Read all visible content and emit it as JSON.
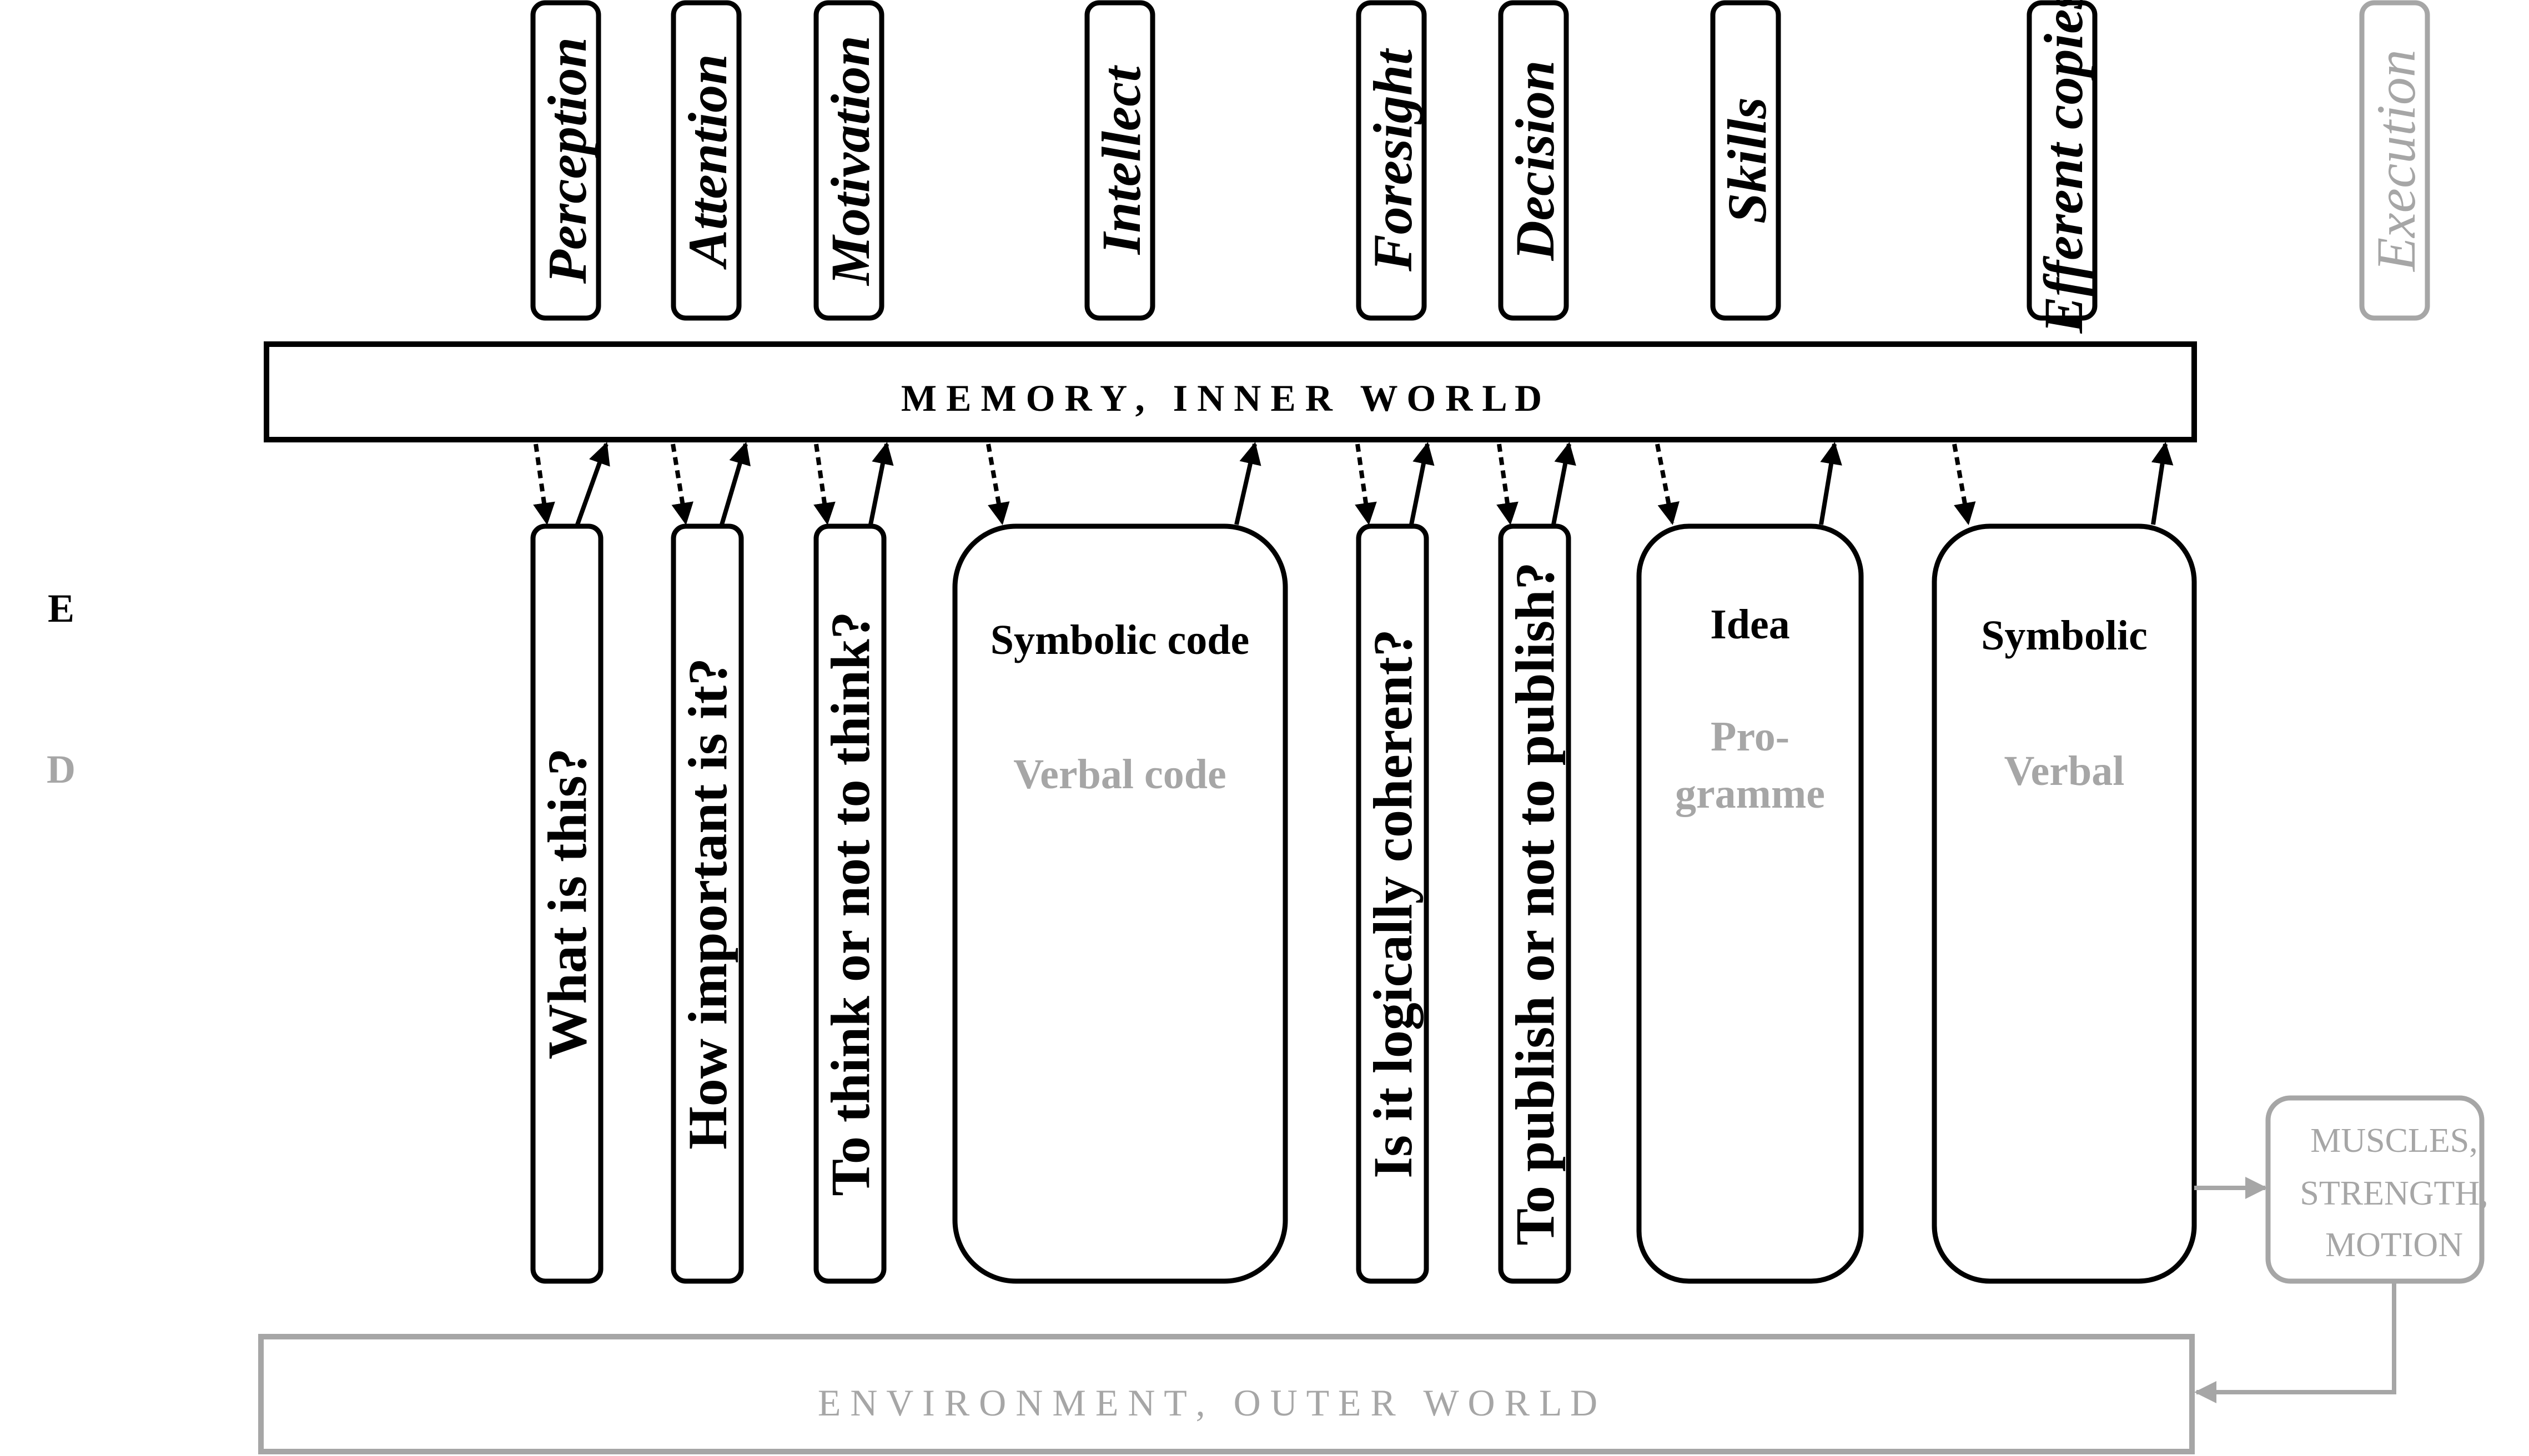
{
  "side_labels": {
    "e": "E",
    "d": "D"
  },
  "top_boxes": {
    "perception": "Perception",
    "attention": "Attention",
    "motivation": "Motivation",
    "intellect": "Intellect",
    "foresight": "Foresight",
    "decision": "Decision",
    "skills": "Skills",
    "efferent_copies": "Efferent copies",
    "execution": "Execution"
  },
  "memory_band": "M E M O R Y ,   I N N E R   W O R L D",
  "environment_band": "E N V I R O N M E N T ,   O U T E R   W O R L D",
  "question_boxes": {
    "what_is_this": "What is this?",
    "how_important": "How important is it?",
    "to_think": "To think or not to think?",
    "logically_coherent": "Is it logically coherent?",
    "to_publish": "To publish or not to publish?"
  },
  "code_box": {
    "title": "Symbolic code",
    "subtitle": "Verbal code"
  },
  "idea_box": {
    "title": "Idea",
    "subtitle_line1": "Pro-",
    "subtitle_line2": "gramme"
  },
  "symbolic_box": {
    "title": "Symbolic",
    "subtitle": "Verbal"
  },
  "muscles_box": {
    "line1": "MUSCLES,",
    "line2": "STRENGTH,",
    "line3": "MOTION"
  },
  "colors": {
    "dark": "#000000",
    "grey": "#a6a6a6"
  }
}
